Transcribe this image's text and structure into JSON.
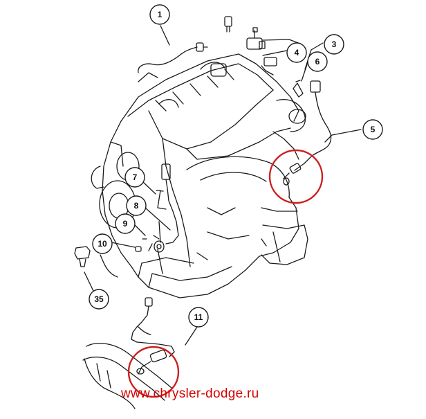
{
  "callouts": [
    {
      "id": "c1",
      "label": "1"
    },
    {
      "id": "c3",
      "label": "3"
    },
    {
      "id": "c4",
      "label": "4"
    },
    {
      "id": "c5",
      "label": "5"
    },
    {
      "id": "c6",
      "label": "6"
    },
    {
      "id": "c7",
      "label": "7"
    },
    {
      "id": "c8",
      "label": "8"
    },
    {
      "id": "c9",
      "label": "9"
    },
    {
      "id": "c10",
      "label": "10"
    },
    {
      "id": "c11",
      "label": "11"
    },
    {
      "id": "c35",
      "label": "35"
    }
  ],
  "watermark": "www.chrysler-dodge.ru",
  "colors": {
    "line": "#1a1a1a",
    "highlight_circle": "#cc1f1f",
    "watermark": "#d40000",
    "background": "#ffffff"
  }
}
